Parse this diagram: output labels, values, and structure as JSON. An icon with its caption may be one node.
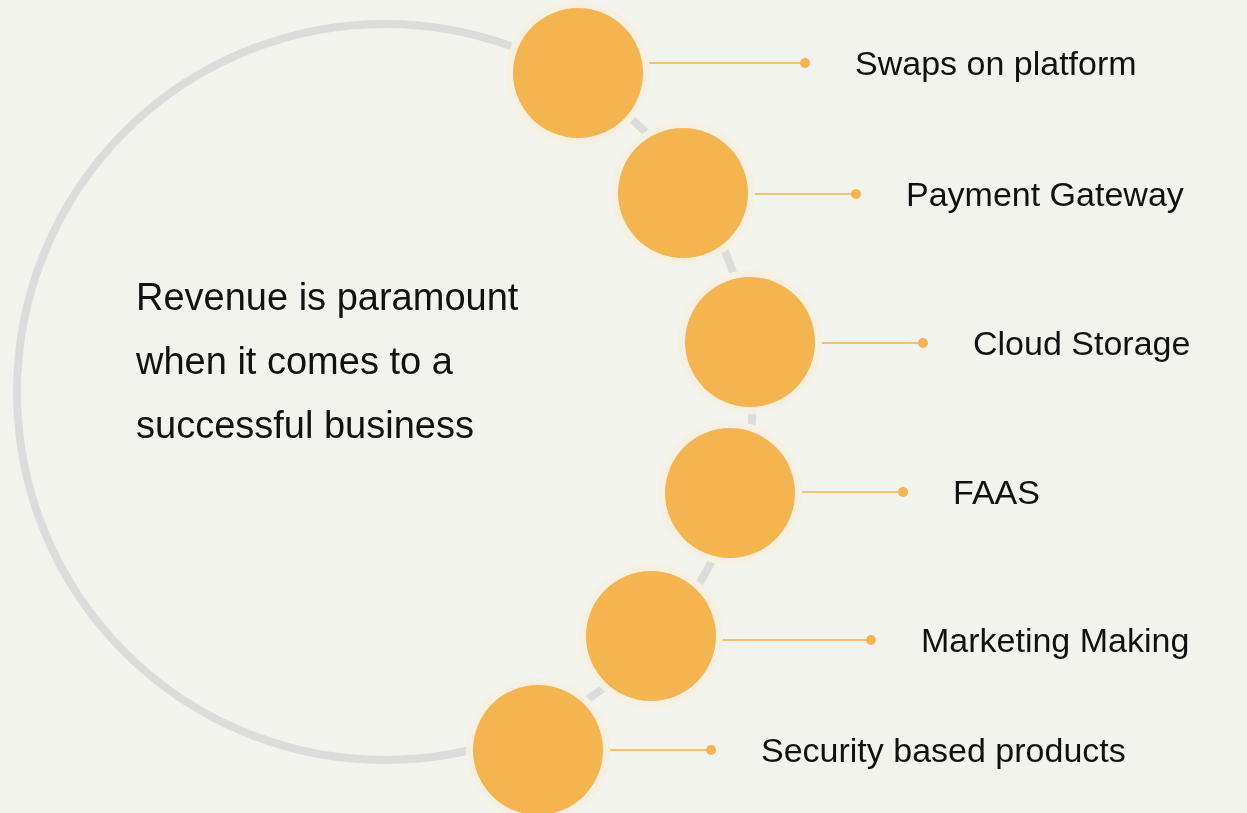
{
  "diagram": {
    "nodes": [
      {
        "text": [
          "Revenue is paramount when it comes to a successful business"
        ]
      },
      {
        "text": [],
        "shape": "circle"
      },
      {
        "text": [
          "Swaps on platform"
        ]
      },
      {
        "text": [],
        "shape": "circle"
      },
      {
        "text": [
          "Payment Gateway"
        ]
      },
      {
        "text": [],
        "shape": "circle"
      },
      {
        "text": [
          "Cloud Storage"
        ]
      },
      {
        "text": [],
        "shape": "circle"
      },
      {
        "text": [
          "FAAS"
        ]
      },
      {
        "text": [],
        "shape": "circle"
      },
      {
        "text": [
          "Marketing Making"
        ]
      },
      {
        "text": [],
        "shape": "circle"
      },
      {
        "text": [
          "Security based products"
        ]
      }
    ],
    "edges": [
      {
        "from": 1,
        "to": 2,
        "arrow": "other"
      },
      {
        "from": 3,
        "to": 4,
        "arrow": "other"
      },
      {
        "from": 5,
        "to": 6,
        "arrow": "other"
      },
      {
        "from": 7,
        "to": 8,
        "arrow": "other"
      },
      {
        "from": 9,
        "to": 10,
        "arrow": "other"
      },
      {
        "from": 11,
        "to": 12,
        "arrow": "other"
      }
    ]
  }
}
